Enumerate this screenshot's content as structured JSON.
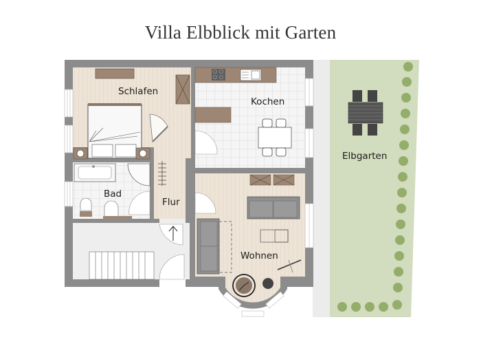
{
  "title": "Villa Elbblick mit Garten",
  "rooms": {
    "schlafen": "Schlafen",
    "kochen": "Kochen",
    "bad": "Bad",
    "flur": "Flur",
    "wohnen": "Wohnen",
    "elbgarten": "Elbgarten"
  },
  "colors": {
    "wall": "#8c8c8c",
    "wood_floor": "#ede3d6",
    "tile_floor": "#f4f4f4",
    "tile_grid": "#d9d9d9",
    "furniture_brown": "#9d8674",
    "sofa_gray": "#8f8f8f",
    "garden": "#d2dcbe",
    "hedge": "#95ad6a",
    "stair_area": "#eeeeee",
    "terrace": "#ececec"
  }
}
